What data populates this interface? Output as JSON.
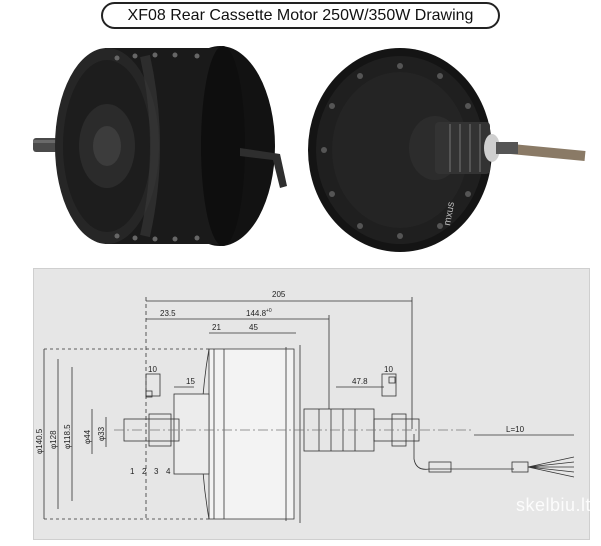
{
  "title": "XF08 Rear Cassette Motor 250W/350W Drawing",
  "photos": {
    "left_label": "",
    "right_label": "",
    "brand_text": "mxus"
  },
  "drawing": {
    "dimensions": {
      "overall_width": "205",
      "inner_width": "144.8",
      "inner_width_tol": "+0",
      "left_offset": "23.5",
      "center_21": "21",
      "center_45": "45",
      "bearing_15": "15",
      "right_47": "47.8",
      "cable_length": "L=10",
      "left_slot": "10",
      "right_slot": "10",
      "phi_140": "φ140.5",
      "phi_128": "φ128",
      "phi_118": "φ118.5",
      "phi_44": "φ44",
      "phi_33": "φ33",
      "callouts": [
        "1",
        "2",
        "3",
        "4"
      ]
    }
  },
  "watermark": "skelbiu.lt",
  "colors": {
    "drawing_bg": "#e6e6e6",
    "motor_black": "#1c1c1c"
  }
}
